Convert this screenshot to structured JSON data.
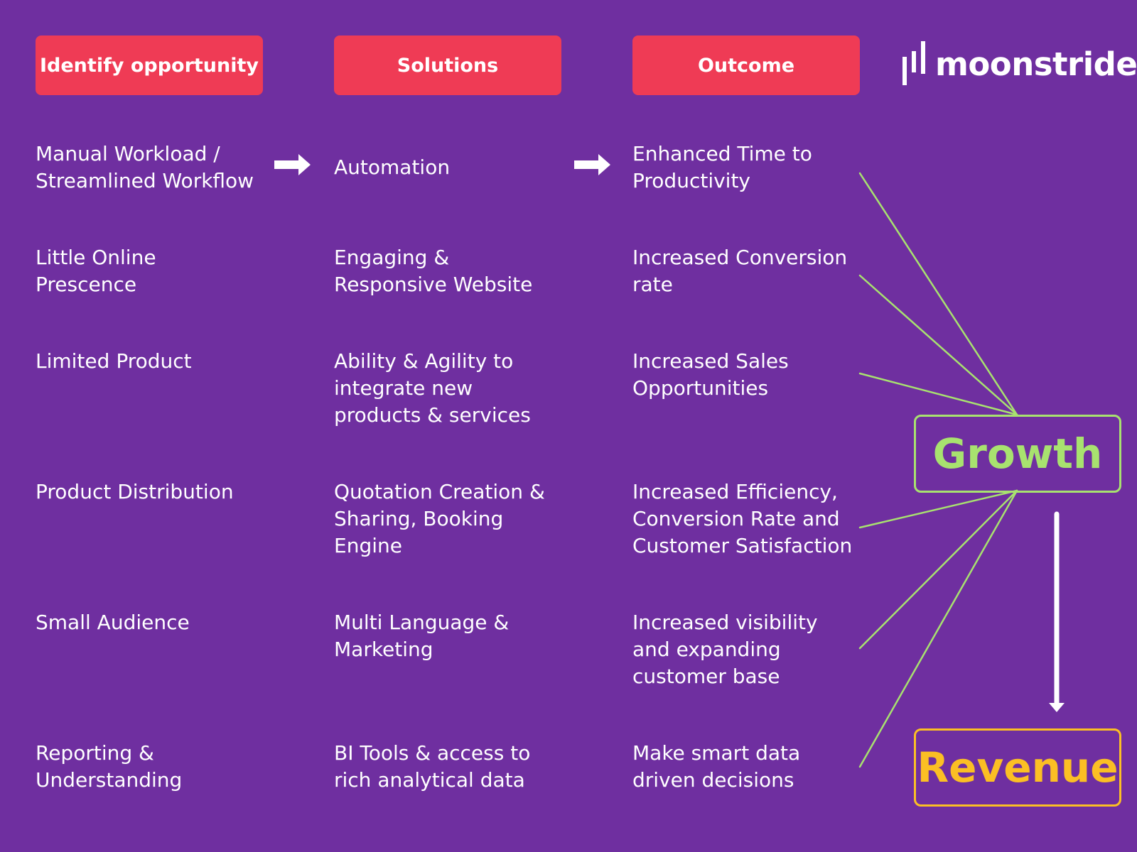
{
  "logo": {
    "text": "moonstride"
  },
  "headers": {
    "opportunity": "Identify opportunity",
    "solutions": "Solutions",
    "outcome": "Outcome"
  },
  "rows": [
    {
      "opportunity": [
        "Manual Workload /",
        "Streamlined Workflow"
      ],
      "solution": [
        "Automation"
      ],
      "outcome": [
        "Enhanced Time to",
        "Productivity"
      ]
    },
    {
      "opportunity": [
        "Little Online",
        "Prescence"
      ],
      "solution": [
        "Engaging &",
        "Responsive Website"
      ],
      "outcome": [
        "Increased Conversion",
        "rate"
      ]
    },
    {
      "opportunity": [
        "Limited Product"
      ],
      "solution": [
        "Ability & Agility to",
        "integrate new",
        "products & services"
      ],
      "outcome": [
        "Increased Sales",
        "Opportunities"
      ]
    },
    {
      "opportunity": [
        "Product Distribution"
      ],
      "solution": [
        "Quotation Creation &",
        "Sharing, Booking",
        "Engine"
      ],
      "outcome": [
        "Increased Efficiency,",
        "Conversion Rate and",
        "Customer Satisfaction"
      ]
    },
    {
      "opportunity": [
        "Small Audience"
      ],
      "solution": [
        "Multi Language &",
        "Marketing"
      ],
      "outcome": [
        "Increased visibility",
        "and expanding",
        "customer base"
      ]
    },
    {
      "opportunity": [
        "Reporting &",
        "Understanding"
      ],
      "solution": [
        "BI Tools & access to",
        "rich analytical data"
      ],
      "outcome": [
        "Make smart data",
        "driven decisions"
      ]
    }
  ],
  "growth_label": "Growth",
  "revenue_label": "Revenue",
  "colors": {
    "background": "#6f2fa0",
    "header": "#ef3b55",
    "growth": "#a8e26f",
    "revenue": "#fbbf24",
    "text": "#ffffff"
  }
}
